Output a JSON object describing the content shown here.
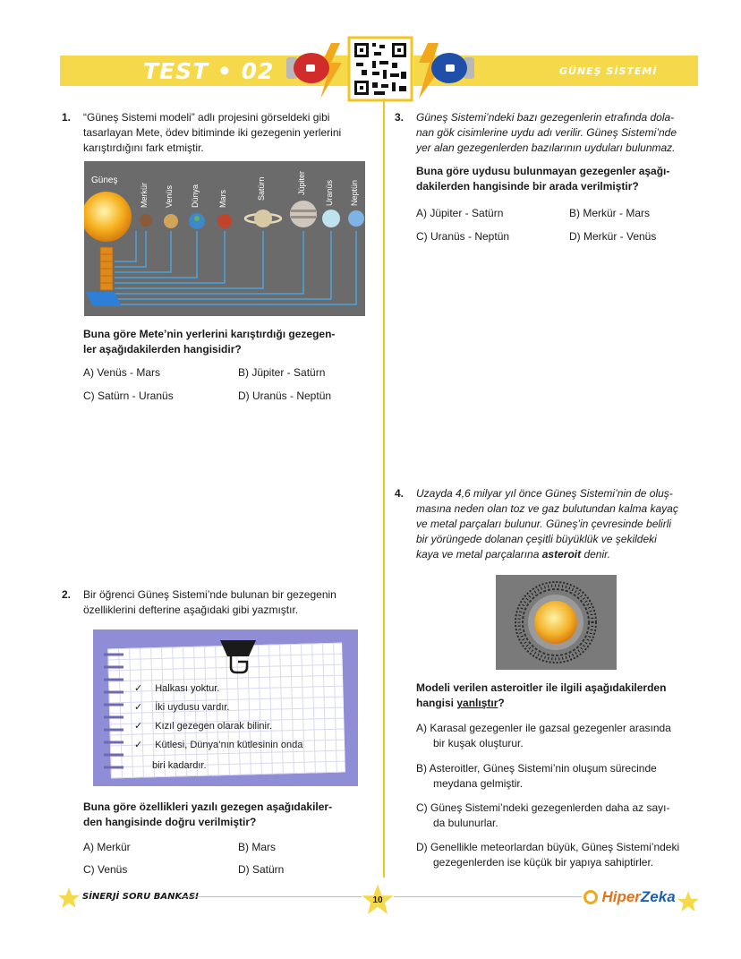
{
  "header": {
    "test_label": "TEST • 02",
    "topic": "GÜNEŞ SİSTEMİ"
  },
  "q1": {
    "number": "1.",
    "stem": [
      "“Güneş Sistemi modeli” adlı projesini görseldeki gibi",
      "tasarlayan Mete, ödev bitiminde iki gezegenin yerlerini",
      "karıştırdığını fark etmiştir."
    ],
    "figure": {
      "sun_label": "Güneş",
      "planet_labels": [
        "Merkür",
        "Venüs",
        "Dünya",
        "Mars",
        "Satürn",
        "Jüpiter",
        "Uranüs",
        "Neptün"
      ]
    },
    "question": [
      "Buna göre Mete’nin yerlerini karıştırdığı gezegen-",
      "ler aşağıdakilerden hangisidir?"
    ],
    "options": {
      "a": "A) Venüs - Mars",
      "b": "B) Jüpiter - Satürn",
      "c": "C) Satürn - Uranüs",
      "d": "D) Uranüs - Neptün"
    }
  },
  "q2": {
    "number": "2.",
    "stem": [
      "Bir öğrenci Güneş Sistemi’nde bulunan bir gezegenin",
      "özelliklerini defterine aşağıdaki gibi yazmıştır."
    ],
    "notes": [
      "Halkası yoktur.",
      "İki uydusu vardır.",
      "Kızıl gezegen olarak bilinir.",
      "Kütlesi, Dünya’nın kütlesinin onda",
      "biri kadardır."
    ],
    "check": "✓",
    "question": [
      "Buna göre özellikleri yazılı gezegen aşağıdakiler-",
      "den hangisinde doğru verilmiştir?"
    ],
    "options": {
      "a": "A) Merkür",
      "b": "B) Mars",
      "c": "C) Venüs",
      "d": "D) Satürn"
    }
  },
  "q3": {
    "number": "3.",
    "stem": [
      "Güneş Sistemi’ndeki bazı gezegenlerin etrafında dola-",
      "nan gök cisimlerine uydu adı verilir. Güneş Sistemi’nde",
      "yer alan gezegenlerden bazılarının uyduları bulunmaz."
    ],
    "question": [
      "Buna göre uydusu bulunmayan gezegenler aşağı-",
      "dakilerden hangisinde bir arada verilmiştir?"
    ],
    "options": {
      "a": "A) Jüpiter - Satürn",
      "b": "B) Merkür - Mars",
      "c": "C) Uranüs - Neptün",
      "d": "D) Merkür - Venüs"
    }
  },
  "q4": {
    "number": "4.",
    "stem": [
      "Uzayda 4,6 milyar yıl önce Güneş Sistemi’nin de oluş-",
      "masına neden olan toz ve gaz bulutundan kalma kayaç",
      "ve metal parçaları bulunur. Güneş’in çevresinde belirli",
      "bir yörüngede dolanan çeşitli büyüklük ve şekildeki"
    ],
    "stem_last_before": "kaya ve metal parçalarına ",
    "stem_last_bold": "asteroit",
    "stem_last_after": " denir.",
    "question_l1": "Modeli verilen asteroitler ile ilgili aşağıdakilerden",
    "question_l2_before": "hangisi ",
    "question_l2_underline": "yanlıştır",
    "question_l2_after": "?",
    "options": {
      "a": [
        "A) Karasal gezegenler ile gazsal gezegenler arasında",
        "bir kuşak oluşturur."
      ],
      "b": [
        "B) Asteroitler, Güneş Sistemi’nin oluşum sürecinde",
        "meydana gelmiştir."
      ],
      "c": [
        "C) Güneş Sistemi’ndeki gezegenlerden daha az sayı-",
        "da bulunurlar."
      ],
      "d": [
        "D) Genellikle meteorlardan büyük, Güneş Sistemi’ndeki",
        "gezegenlerden ise küçük bir yapıya sahiptirler."
      ]
    }
  },
  "footer": {
    "series": "SİNERJİ SORU BANKASI",
    "page": "10",
    "brand_a": "Hiper",
    "brand_b": "Zeka"
  },
  "colors": {
    "yellow": "#f5d94a",
    "divider": "#f2c524",
    "boxing_red": "#d12c2c",
    "boxing_blue": "#1f4fa8",
    "note_purple": "#8f8dd6",
    "figure_bg": "#6b6b6b"
  }
}
